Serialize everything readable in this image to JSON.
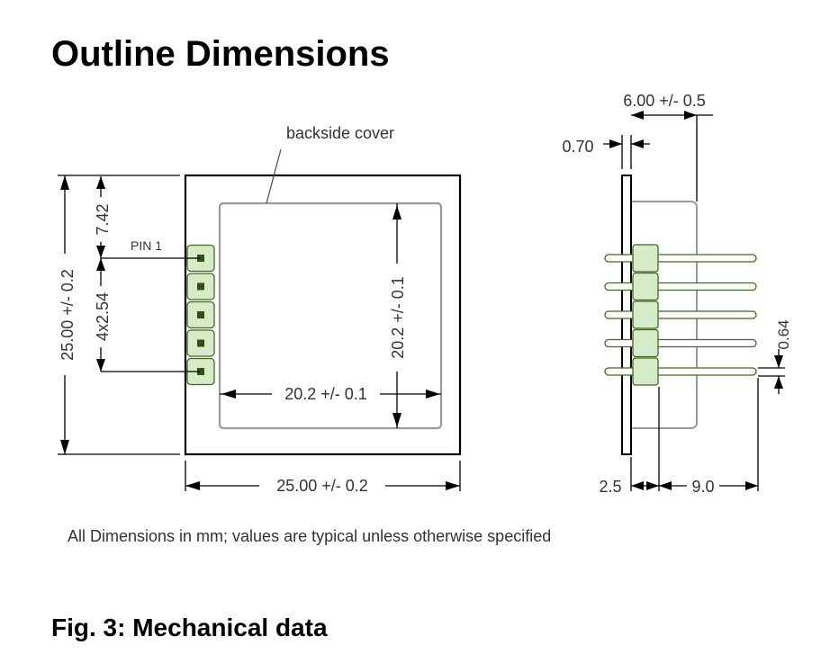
{
  "title": "Outline Dimensions",
  "caption": "Fig. 3: Mechanical data",
  "note": "All Dimensions in mm; values are typical unless otherwise specified",
  "front_view": {
    "cover_label": "backside cover",
    "pin1_label": "PIN 1",
    "dim_width": "25.00 +/- 0.2",
    "dim_height": "25.00 +/- 0.2",
    "dim_cover_width": "20.2 +/- 0.1",
    "dim_cover_height": "20.2 +/- 0.1",
    "dim_top_offset": "7.42",
    "dim_pitch": "4x2.54",
    "pin_count": 5
  },
  "side_view": {
    "dim_total": "6.00 +/- 0.5",
    "dim_thickness": "0.70",
    "dim_pin_thickness": "0.64",
    "dim_header": "2.5",
    "dim_pin_length": "9.0"
  },
  "colors": {
    "pin_fill": "#d6ecc8",
    "pin_stroke": "#3f6a1e",
    "cover_stroke": "#999999"
  }
}
